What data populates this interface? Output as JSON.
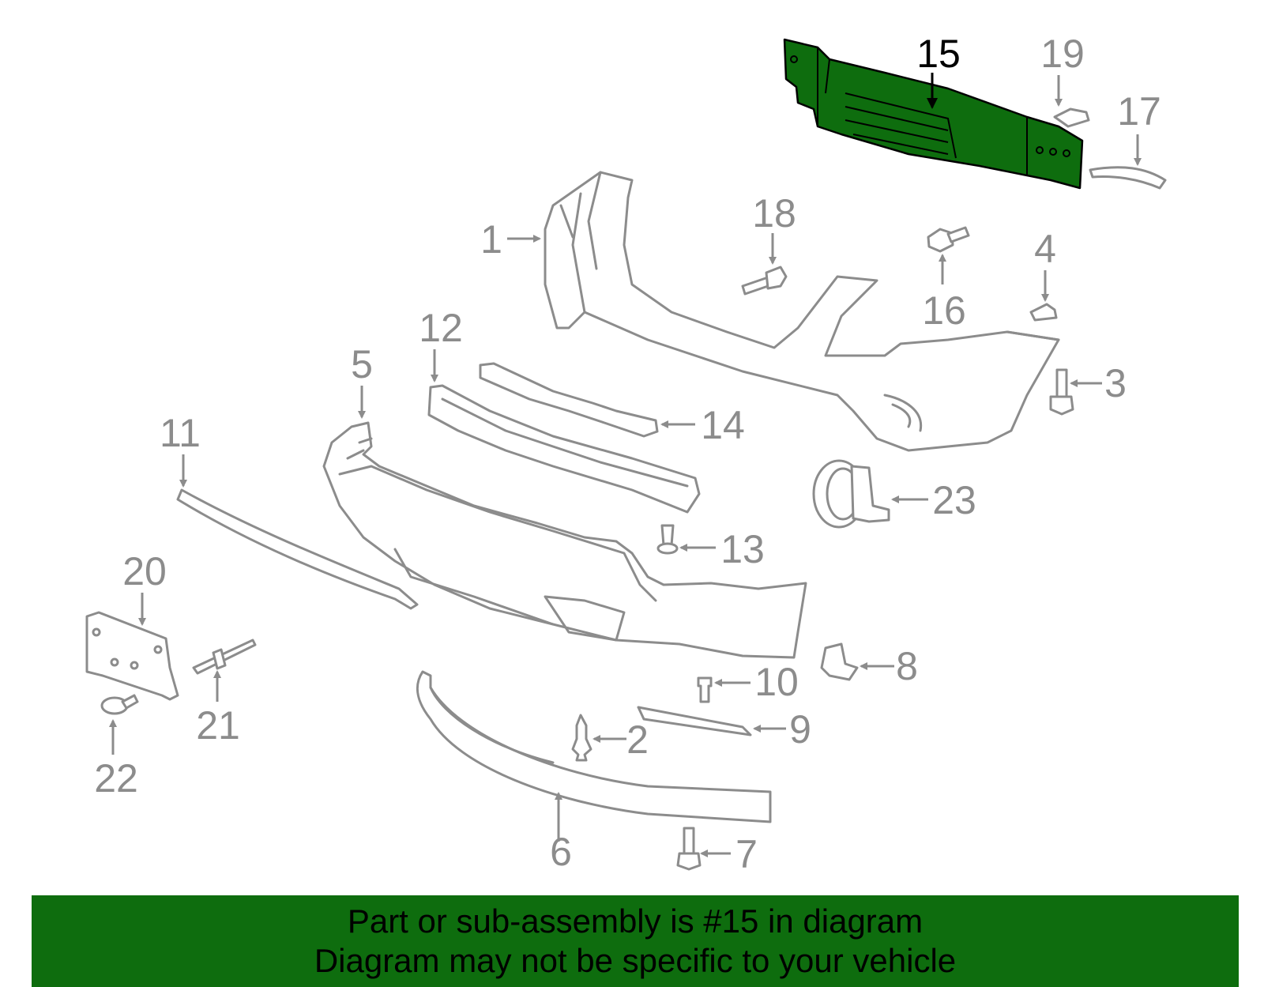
{
  "diagram": {
    "highlight_part": "15",
    "highlight_color": "#0e6d0e",
    "part_color": "#8c8c8c",
    "callouts": {
      "c1": "1",
      "c2": "2",
      "c3": "3",
      "c4": "4",
      "c5": "5",
      "c6": "6",
      "c7": "7",
      "c8": "8",
      "c9": "9",
      "c10": "10",
      "c11": "11",
      "c12": "12",
      "c13": "13",
      "c14": "14",
      "c15": "15",
      "c16": "16",
      "c17": "17",
      "c18": "18",
      "c19": "19",
      "c20": "20",
      "c21": "21",
      "c22": "22",
      "c23": "23"
    }
  },
  "banner": {
    "line1": "Part or sub-assembly is #15 in diagram",
    "line2": "Diagram may not be specific to your vehicle"
  }
}
